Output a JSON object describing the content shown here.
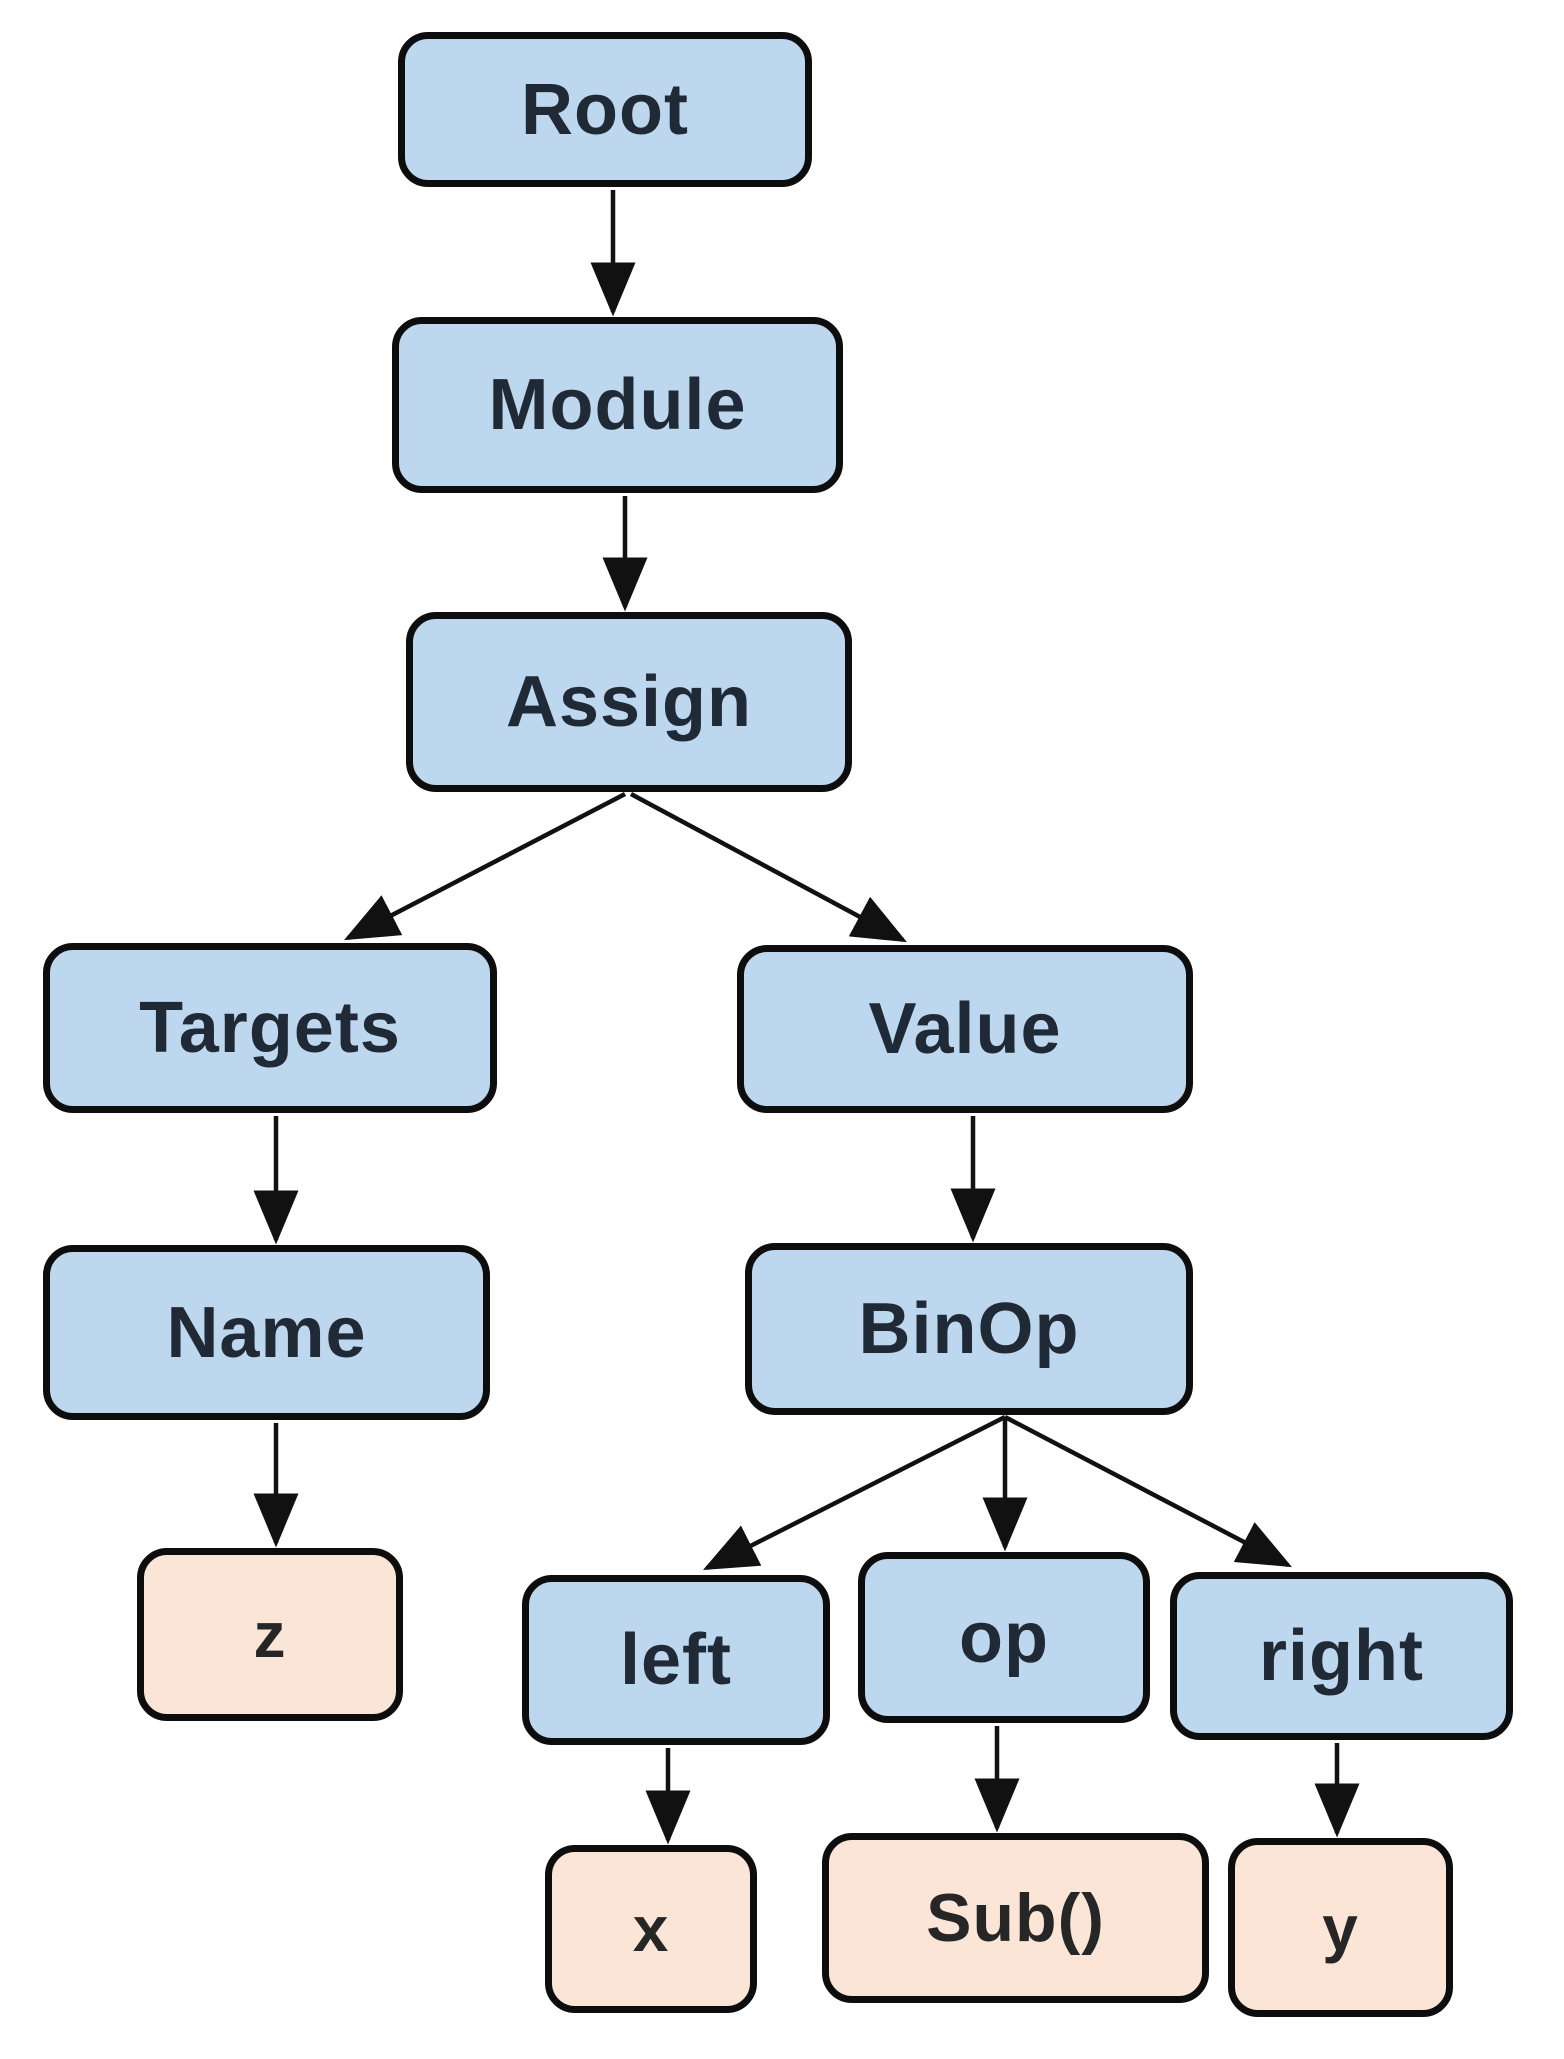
{
  "diagram": {
    "type": "tree",
    "description": "Abstract syntax tree of the statement z = x - y",
    "nodes": {
      "root": {
        "label": "Root",
        "kind": "branch"
      },
      "module": {
        "label": "Module",
        "kind": "branch"
      },
      "assign": {
        "label": "Assign",
        "kind": "branch"
      },
      "targets": {
        "label": "Targets",
        "kind": "branch"
      },
      "value": {
        "label": "Value",
        "kind": "branch"
      },
      "name": {
        "label": "Name",
        "kind": "branch"
      },
      "binop": {
        "label": "BinOp",
        "kind": "branch"
      },
      "left": {
        "label": "left",
        "kind": "branch"
      },
      "op": {
        "label": "op",
        "kind": "branch"
      },
      "right": {
        "label": "right",
        "kind": "branch"
      },
      "z": {
        "label": "z",
        "kind": "leaf"
      },
      "x": {
        "label": "x",
        "kind": "leaf"
      },
      "sub": {
        "label": "Sub()",
        "kind": "leaf"
      },
      "y": {
        "label": "y",
        "kind": "leaf"
      }
    },
    "edges": [
      {
        "from": "Root",
        "to": "Module"
      },
      {
        "from": "Module",
        "to": "Assign"
      },
      {
        "from": "Assign",
        "to": "Targets"
      },
      {
        "from": "Assign",
        "to": "Value"
      },
      {
        "from": "Targets",
        "to": "Name"
      },
      {
        "from": "Value",
        "to": "BinOp"
      },
      {
        "from": "Name",
        "to": "z"
      },
      {
        "from": "BinOp",
        "to": "left"
      },
      {
        "from": "BinOp",
        "to": "op"
      },
      {
        "from": "BinOp",
        "to": "right"
      },
      {
        "from": "left",
        "to": "x"
      },
      {
        "from": "op",
        "to": "Sub()"
      },
      {
        "from": "right",
        "to": "y"
      }
    ],
    "colors": {
      "branch_fill": "#BDD7EE",
      "leaf_fill": "#FBE5D6",
      "outline": "#0D0D0D",
      "arrow": "#111111",
      "branch_text": "#1F2A36",
      "leaf_text": "#262626",
      "background": "#FFFFFF"
    }
  }
}
